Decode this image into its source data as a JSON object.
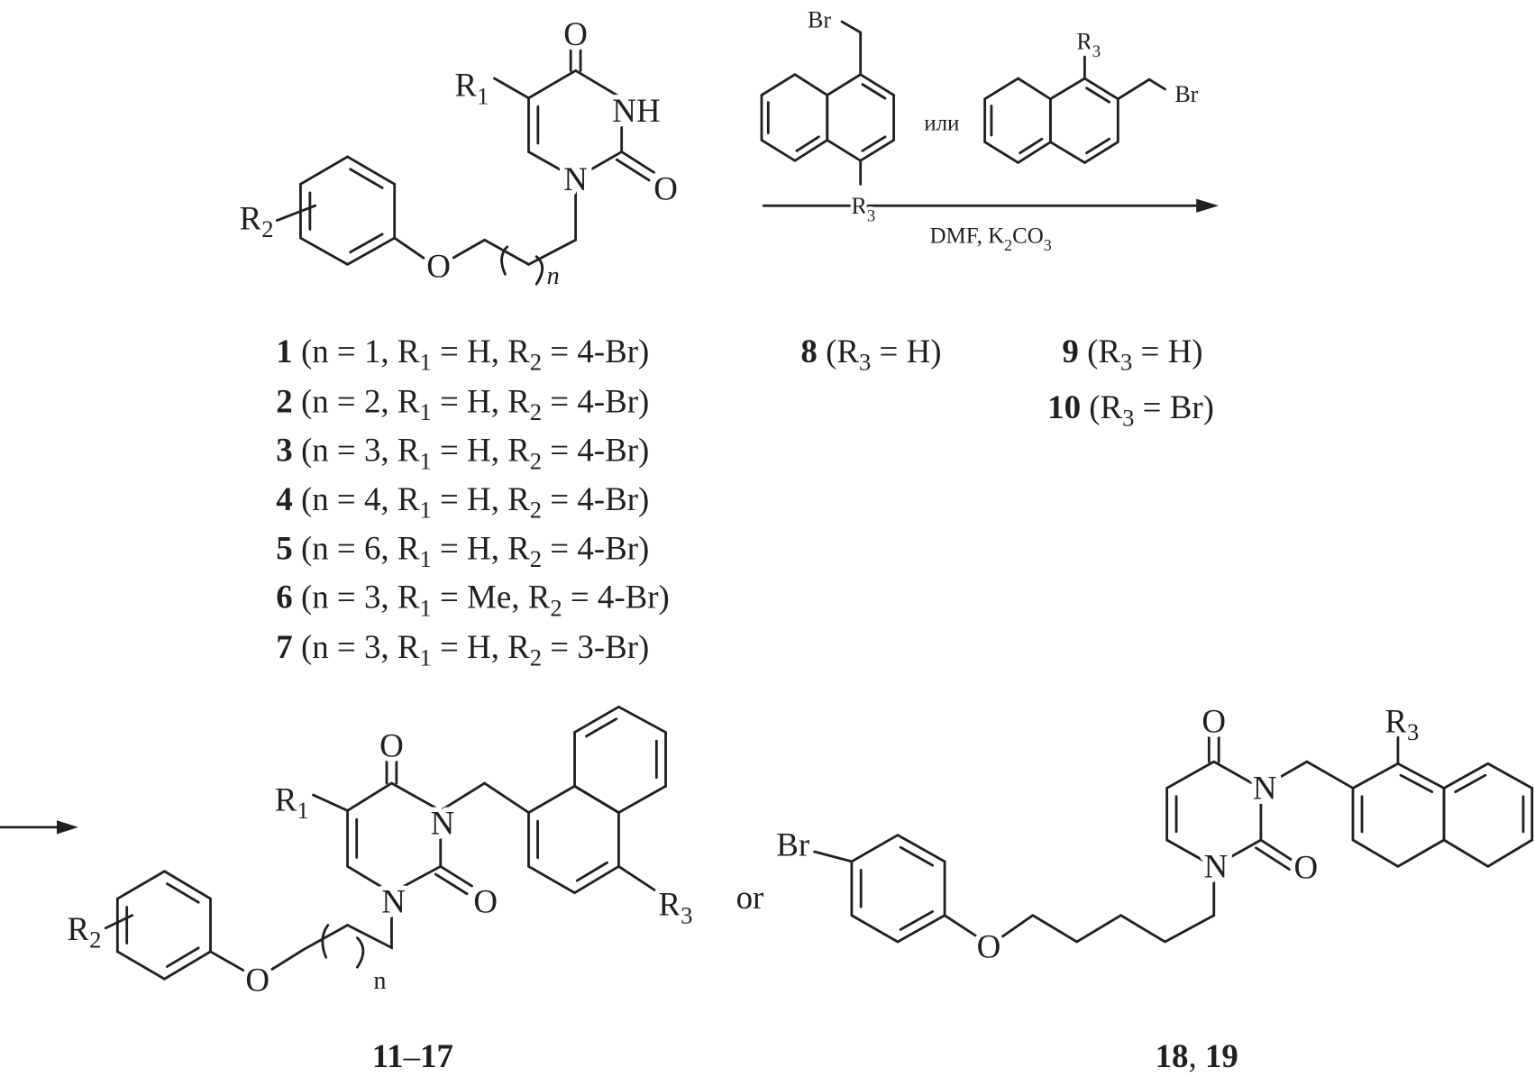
{
  "atoms": {
    "top_o4": [
      [
        "O",
        ""
      ]
    ],
    "top_nh": [
      [
        "NH",
        ""
      ]
    ],
    "top_n1": [
      [
        "N",
        ""
      ]
    ],
    "top_o2": [
      [
        "O",
        ""
      ]
    ],
    "top_r1": [
      [
        "R",
        ""
      ],
      [
        "1",
        "sub"
      ]
    ],
    "top_r2": [
      [
        "R",
        ""
      ],
      [
        "2",
        "sub"
      ]
    ],
    "top_oether": [
      [
        "O",
        ""
      ]
    ],
    "top_n_index": [
      [
        "n",
        "i"
      ]
    ],
    "naphA_br": [
      [
        "Br",
        ""
      ]
    ],
    "naphA_r3": [
      [
        "R",
        ""
      ],
      [
        "3",
        "sub"
      ]
    ],
    "naphB_r3": [
      [
        "R",
        ""
      ],
      [
        "3",
        "sub"
      ]
    ],
    "naphB_br": [
      [
        "Br",
        ""
      ]
    ],
    "p1_o4": [
      [
        "O",
        ""
      ]
    ],
    "p1_n3": [
      [
        "N",
        ""
      ]
    ],
    "p1_n1": [
      [
        "N",
        ""
      ]
    ],
    "p1_o2": [
      [
        "O",
        ""
      ]
    ],
    "p1_r1": [
      [
        "R",
        ""
      ],
      [
        "1",
        "sub"
      ]
    ],
    "p1_r2": [
      [
        "R",
        ""
      ],
      [
        "2",
        "sub"
      ]
    ],
    "p1_r3": [
      [
        "R",
        ""
      ],
      [
        "3",
        "sub"
      ]
    ],
    "p1_oether": [
      [
        "O",
        ""
      ]
    ],
    "p1_n_index": [
      [
        "n",
        ""
      ]
    ],
    "p2_br": [
      [
        "Br",
        ""
      ]
    ],
    "p2_oether": [
      [
        "O",
        ""
      ]
    ],
    "p2_o4": [
      [
        "O",
        ""
      ]
    ],
    "p2_n3": [
      [
        "N",
        ""
      ]
    ],
    "p2_n1": [
      [
        "N",
        ""
      ]
    ],
    "p2_o2": [
      [
        "O",
        ""
      ]
    ],
    "p2_r3": [
      [
        "R",
        ""
      ],
      [
        "3",
        "sub"
      ]
    ]
  },
  "reagent_connector": "или",
  "conditions": [
    [
      "DMF, K",
      ""
    ],
    [
      "2",
      "sub"
    ],
    [
      "CO",
      ""
    ],
    [
      "3",
      "sub"
    ]
  ],
  "compounds": [
    [
      [
        "1",
        "b"
      ],
      [
        " (n = 1, R",
        ""
      ],
      [
        "1",
        "sub"
      ],
      [
        " = H, R",
        ""
      ],
      [
        "2",
        "sub"
      ],
      [
        " = 4-Br)",
        ""
      ]
    ],
    [
      [
        "2",
        "b"
      ],
      [
        " (n = 2, R",
        ""
      ],
      [
        "1",
        "sub"
      ],
      [
        " = H, R",
        ""
      ],
      [
        "2",
        "sub"
      ],
      [
        " = 4-Br)",
        ""
      ]
    ],
    [
      [
        "3",
        "b"
      ],
      [
        " (n = 3, R",
        ""
      ],
      [
        "1",
        "sub"
      ],
      [
        " = H, R",
        ""
      ],
      [
        "2",
        "sub"
      ],
      [
        " = 4-Br)",
        ""
      ]
    ],
    [
      [
        "4",
        "b"
      ],
      [
        " (n = 4, R",
        ""
      ],
      [
        "1",
        "sub"
      ],
      [
        " = H, R",
        ""
      ],
      [
        "2",
        "sub"
      ],
      [
        " = 4-Br)",
        ""
      ]
    ],
    [
      [
        "5",
        "b"
      ],
      [
        " (n = 6, R",
        ""
      ],
      [
        "1",
        "sub"
      ],
      [
        " = H, R",
        ""
      ],
      [
        "2",
        "sub"
      ],
      [
        " = 4-Br)",
        ""
      ]
    ],
    [
      [
        "6",
        "b"
      ],
      [
        " (n = 3, R",
        ""
      ],
      [
        "1",
        "sub"
      ],
      [
        " = Me, R",
        ""
      ],
      [
        "2",
        "sub"
      ],
      [
        " = 4-Br)",
        ""
      ]
    ],
    [
      [
        "7",
        "b"
      ],
      [
        " (n = 3, R",
        ""
      ],
      [
        "1",
        "sub"
      ],
      [
        " = H, R",
        ""
      ],
      [
        "2",
        "sub"
      ],
      [
        " = 3-Br)",
        ""
      ]
    ]
  ],
  "reagents": [
    [
      [
        "8",
        "b"
      ],
      [
        " (R",
        ""
      ],
      [
        "3",
        "sub"
      ],
      [
        " = H)",
        ""
      ]
    ],
    [
      [
        "9",
        "b"
      ],
      [
        " (R",
        ""
      ],
      [
        "3",
        "sub"
      ],
      [
        " = H)",
        ""
      ]
    ],
    [
      [
        "10",
        "b"
      ],
      [
        " (R",
        ""
      ],
      [
        "3",
        "sub"
      ],
      [
        " = Br)",
        ""
      ]
    ]
  ],
  "or_label": "or",
  "products": [
    [
      [
        "11",
        "b"
      ],
      [
        "–",
        ""
      ],
      [
        "17",
        "b"
      ]
    ],
    [
      [
        "18",
        "b"
      ],
      [
        ", ",
        ""
      ],
      [
        "19",
        "b"
      ]
    ]
  ]
}
